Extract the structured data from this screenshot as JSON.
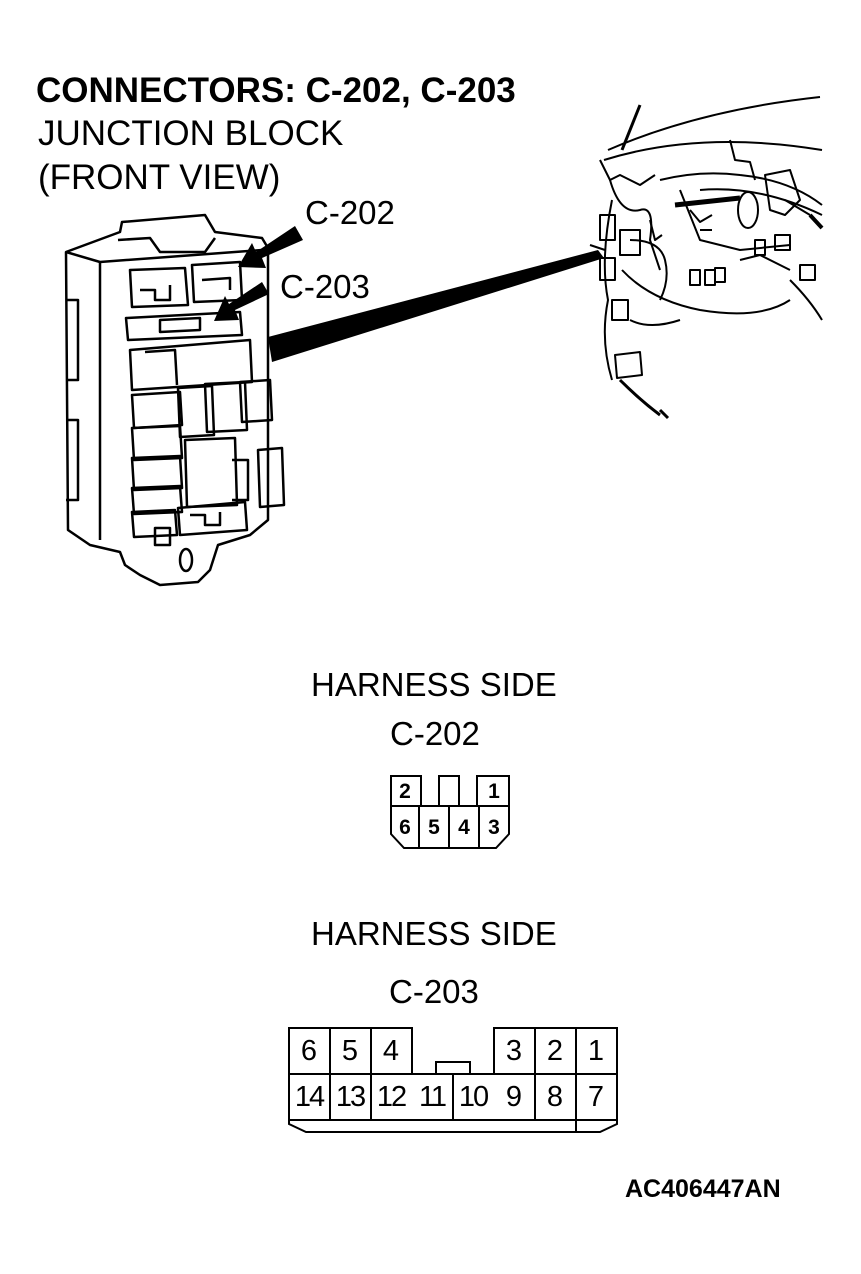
{
  "title": "CONNECTORS: C-202, C-203",
  "subtitle_line1": "JUNCTION BLOCK",
  "subtitle_line2": "(FRONT VIEW)",
  "callouts": {
    "c202": "C-202",
    "c203": "C-203"
  },
  "connector_c202": {
    "heading": "HARNESS SIDE",
    "name": "C-202",
    "top_row": [
      "2",
      "1"
    ],
    "bottom_row": [
      "6",
      "5",
      "4",
      "3"
    ]
  },
  "connector_c203": {
    "heading": "HARNESS SIDE",
    "name": "C-203",
    "top_left": [
      "6",
      "5",
      "4"
    ],
    "top_right": [
      "3",
      "2",
      "1"
    ],
    "bottom_row": [
      "14",
      "13",
      "12",
      "11",
      "10",
      "9",
      "8",
      "7"
    ]
  },
  "figure_code": "AC406447AN"
}
